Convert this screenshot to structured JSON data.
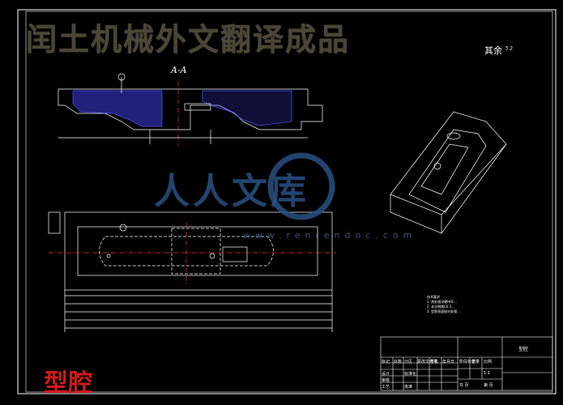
{
  "banner": {
    "title": "闰土机械外文翻译成品"
  },
  "drawing": {
    "roughness_label": "其余",
    "roughness_value": "3.2",
    "section_label": "A-A",
    "caption": "型腔"
  },
  "watermark": {
    "text": "人人文库",
    "url": "www.renrendoc.com"
  },
  "notes": {
    "title": "技术要求",
    "lines": [
      "1. 热处理淬硬HRC...",
      "2. 未注倒角C0.5...",
      "3. 型腔表面抛光处理..."
    ]
  },
  "title_block": {
    "cells": [
      "标记",
      "处数",
      "分区",
      "更改文件号",
      "签名",
      "年月日",
      "设计",
      "标准化",
      "审核",
      "工艺",
      "批准",
      "阶段标记",
      "重量",
      "比例",
      "共 页",
      "第 页",
      "1:1",
      "型腔"
    ]
  }
}
